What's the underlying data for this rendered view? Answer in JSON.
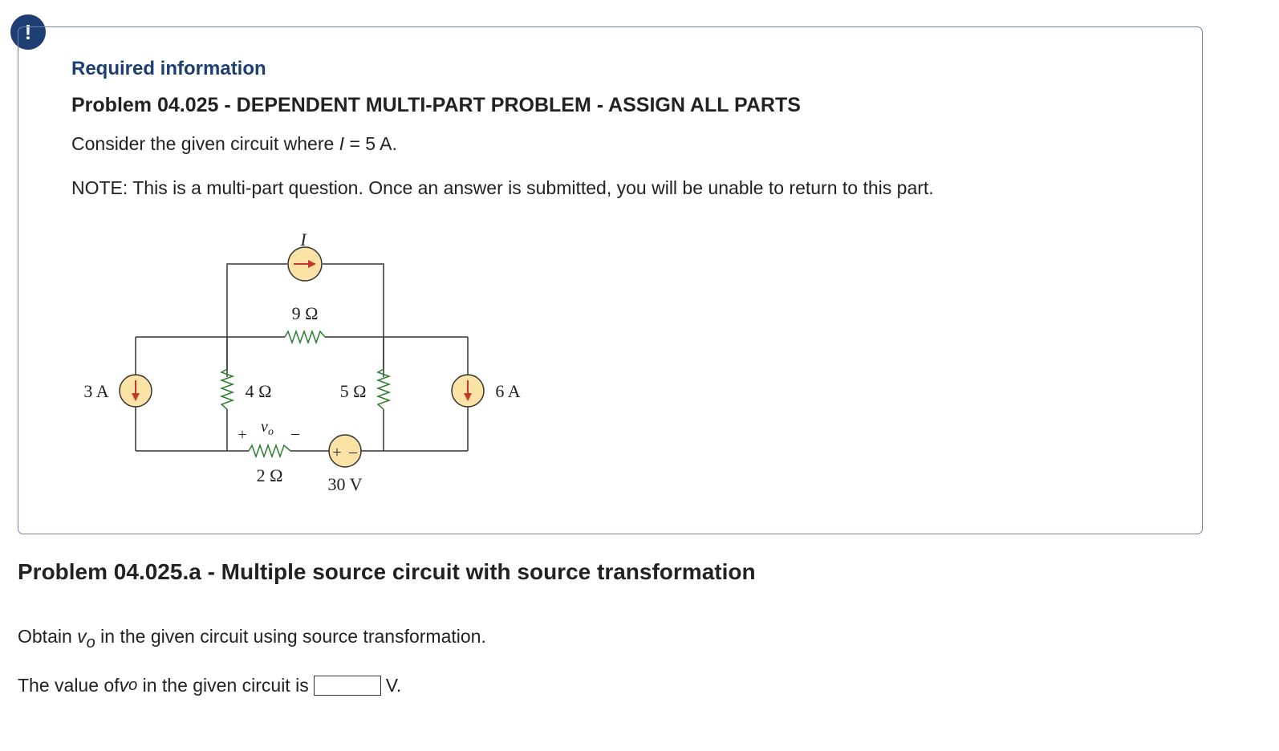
{
  "alert": {
    "icon": "exclamation-icon",
    "glyph": "!"
  },
  "info": {
    "required_label": "Required information",
    "problem_title": "Problem 04.025 - DEPENDENT MULTI-PART PROBLEM - ASSIGN ALL PARTS",
    "consider_prefix": "Consider the given circuit where ",
    "consider_var": "I",
    "consider_suffix": " = 5 A.",
    "note": "NOTE: This is a multi-part question. Once an answer is submitted, you will be unable to return to this part."
  },
  "circuit": {
    "labels": {
      "current_source_top": "I",
      "r_9": "9 Ω",
      "source_left": "3 A",
      "r_4": "4 Ω",
      "r_5": "5 Ω",
      "source_right": "6 A",
      "vo_plus": "+",
      "vo_label": "v",
      "vo_sub": "o",
      "vo_minus": "–",
      "r_2": "2 Ω",
      "voltage_source": "30 V",
      "vs_plus": "+",
      "vs_minus": "–"
    },
    "colors": {
      "source_fill": "#fbe3a6",
      "source_stroke": "#c0392b",
      "wire": "#333333",
      "resistor": "#2e7d32"
    }
  },
  "part_a": {
    "title": "Problem 04.025.a - Multiple source circuit with source transformation",
    "obtain_prefix": "Obtain ",
    "obtain_var": "v",
    "obtain_sub": "o",
    "obtain_suffix": " in the given circuit using source transformation.",
    "answer_prefix": "The value of ",
    "answer_var": "v",
    "answer_sub": "o",
    "answer_mid": " in the given circuit is",
    "answer_value": "",
    "answer_unit": "V."
  }
}
